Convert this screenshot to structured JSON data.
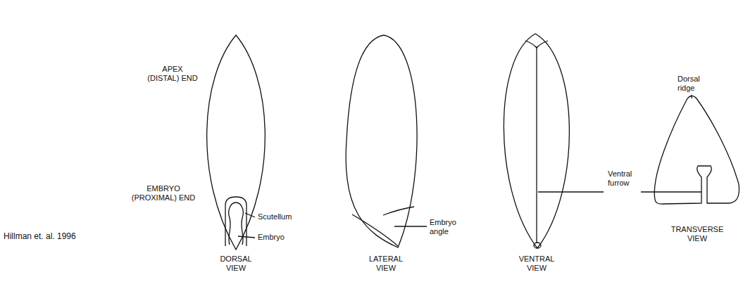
{
  "diagram": {
    "labels": [
      "APEX (DISTAL) END",
      "EMBRYO (PROXIMAL) END",
      "Scutellum",
      "Embryo",
      "DORSAL VIEW",
      "Embryo angle",
      "LATERAL VIEW",
      "Ventral furrow",
      "VENTRAL VIEW",
      "Dorsal ridge",
      "TRANSVERSE VIEW",
      "Hillman et. al. 1996"
    ]
  }
}
